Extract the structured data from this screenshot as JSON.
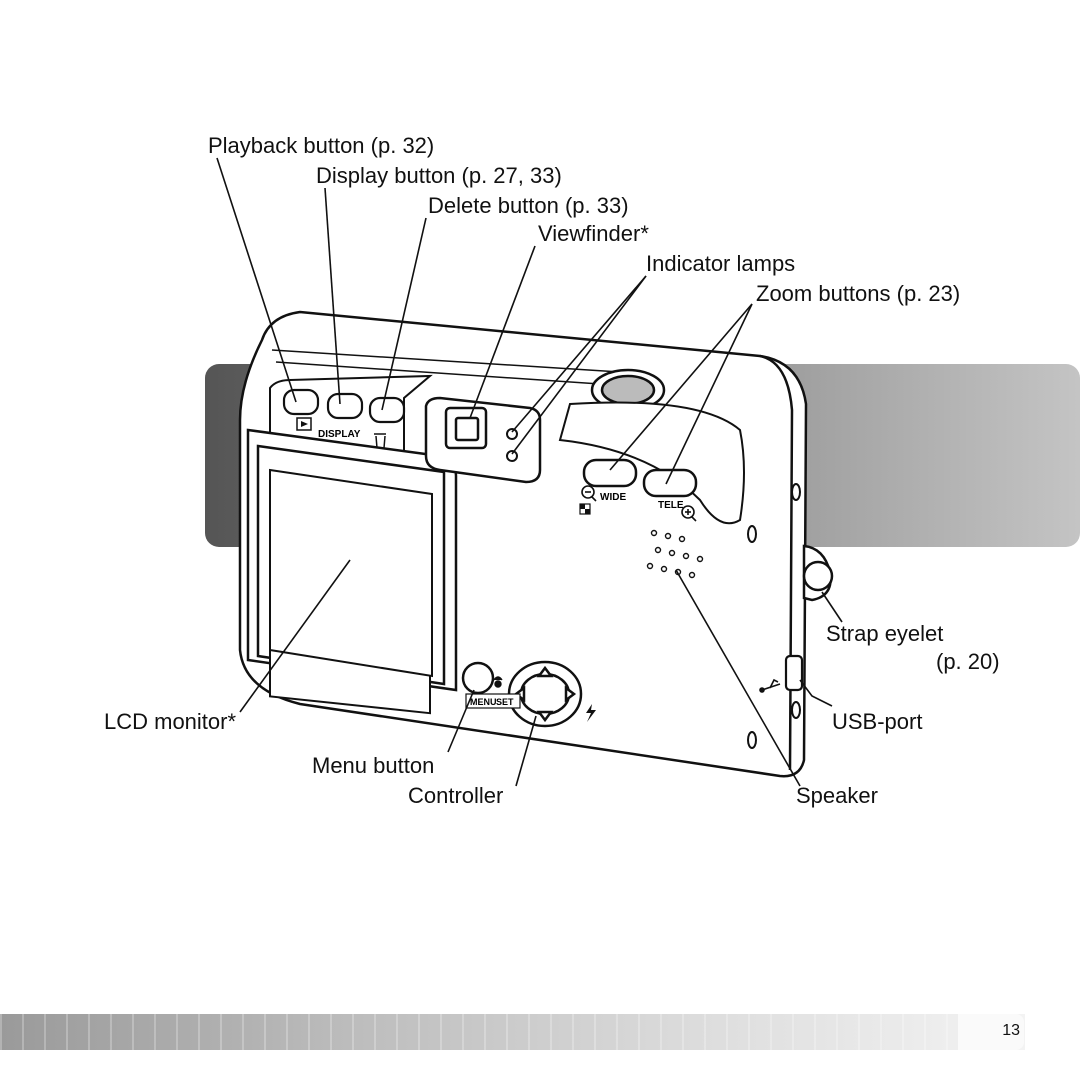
{
  "callouts": {
    "playback": "Playback button (p. 32)",
    "display": "Display button (p. 27, 33)",
    "delete": "Delete button (p. 33)",
    "viewfinder": "Viewfinder*",
    "indicator": "Indicator lamps",
    "zoom": "Zoom buttons (p. 23)",
    "strap_line1": "Strap eyelet",
    "strap_line2": "(p. 20)",
    "usb": "USB-port",
    "speaker": "Speaker",
    "lcd": "LCD monitor*",
    "menu": "Menu button",
    "controller": "Controller"
  },
  "camera_marks": {
    "display": "DISPLAY",
    "wide": "WIDE",
    "tele": "TELE",
    "menu": "MENU",
    "set": "SET"
  },
  "footer": {
    "page_number": "13"
  }
}
